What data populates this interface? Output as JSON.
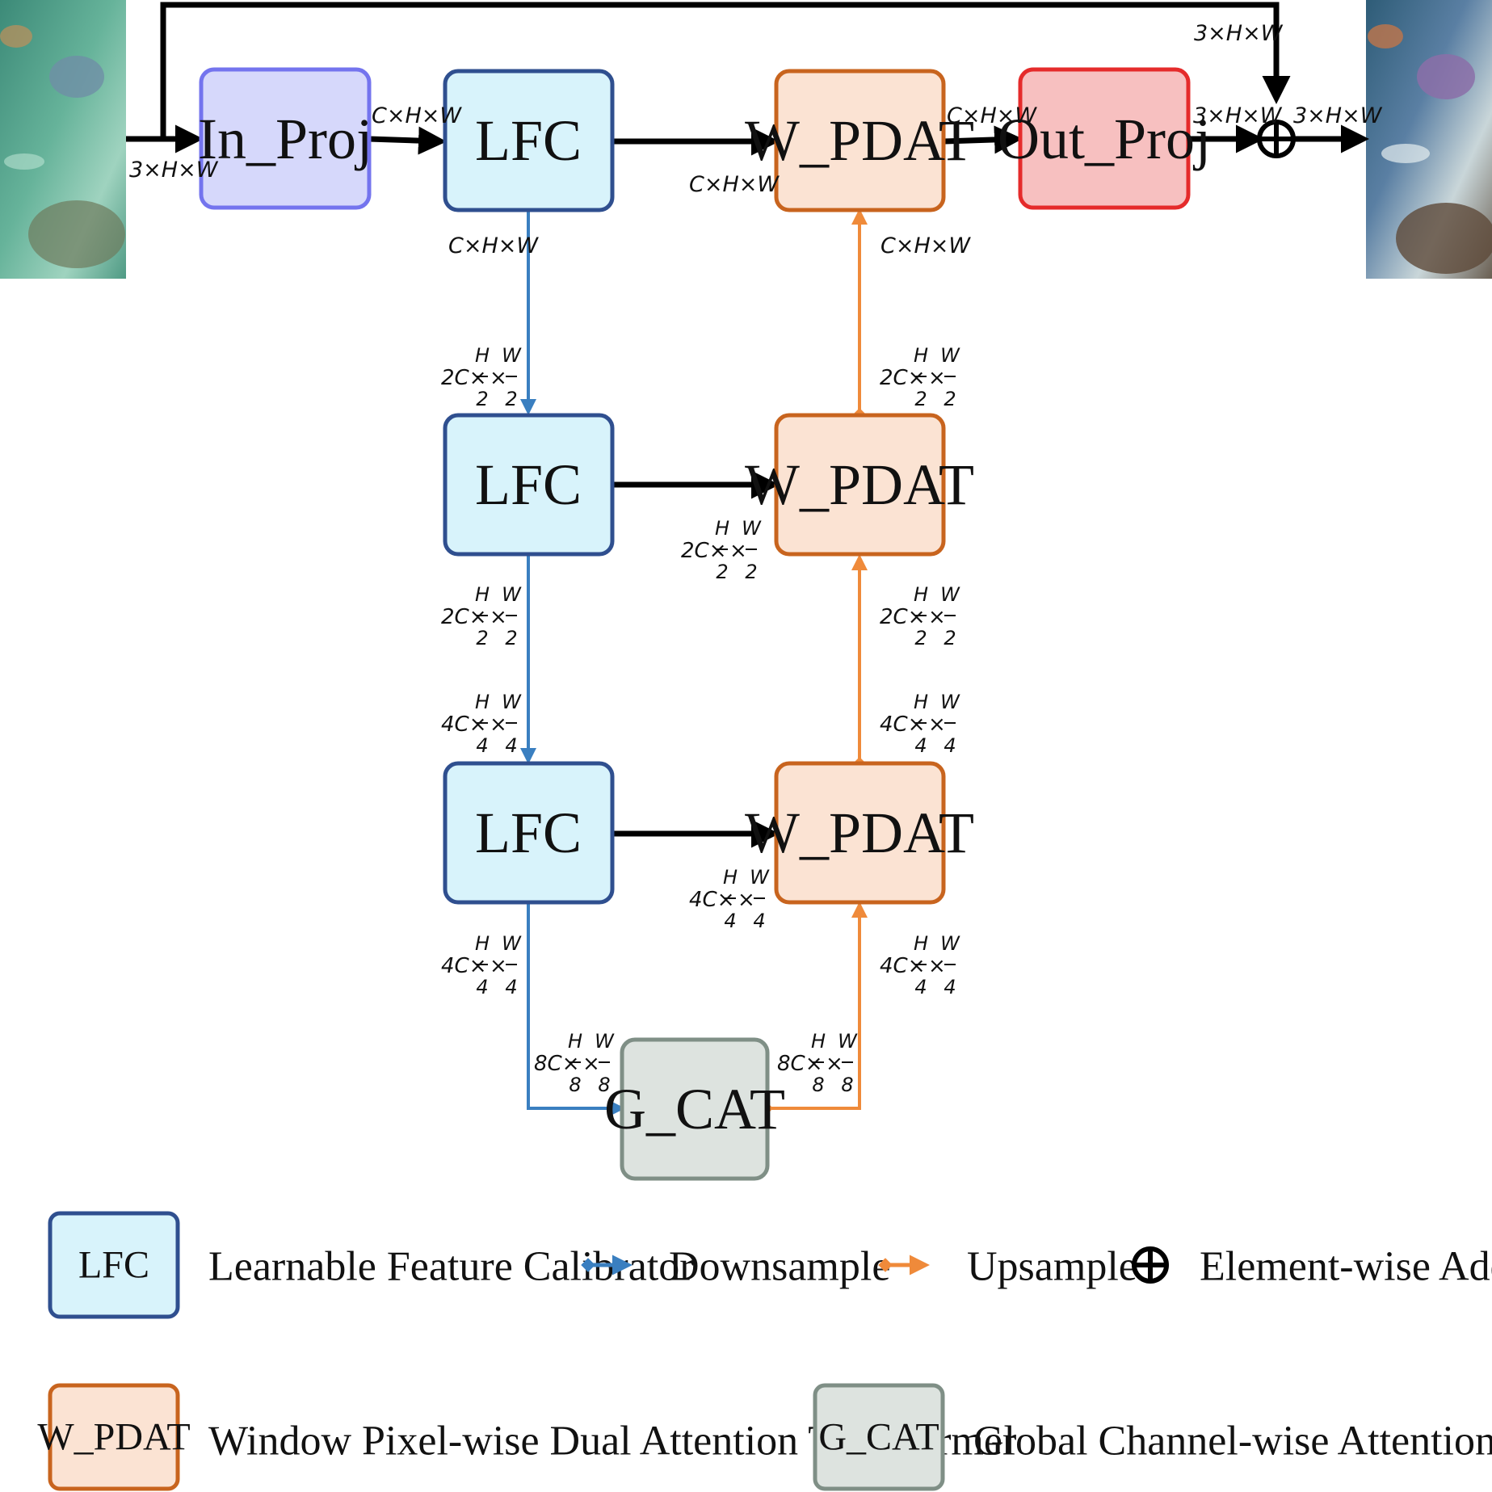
{
  "blocks": {
    "in_proj": "In_Proj",
    "out_proj": "Out_Proj",
    "lfc": "LFC",
    "w_pdat": "W_PDAT",
    "g_cat": "G_CAT"
  },
  "dims": {
    "c_h_w": "C×H×W",
    "three_h_w": "3×H×W",
    "two_c": "2C×",
    "four_c": "4C×",
    "eight_c": "8C×",
    "times": "×",
    "h": "H",
    "w": "W",
    "d2": "2",
    "d4": "4",
    "d8": "8"
  },
  "legend": {
    "lfc_box": "LFC",
    "lfc_desc": "Learnable Feature Calibrator",
    "downsample": "Downsample",
    "upsample": "Upsample",
    "addition": "Element-wise Addition",
    "wpdat_box": "W_PDAT",
    "wpdat_desc": "Window Pixel-wise Dual Attention Transformer",
    "gcat_box": "G_CAT",
    "gcat_desc": "Global Channel-wise Attention Transformer"
  },
  "colors": {
    "lfc_fill": "#d8f3fb",
    "lfc_stroke": "#2f4f8f",
    "wpdat_fill": "#fbe3d3",
    "wpdat_stroke": "#c8641e",
    "gcat_fill": "#dde3df",
    "gcat_stroke": "#7f8f86",
    "inproj_fill": "#d6d8fb",
    "inproj_stroke": "#7474ee",
    "outproj_fill": "#f7c0c0",
    "outproj_stroke": "#e52b2b",
    "downsample_arrow": "#3a7fc0",
    "upsample_arrow": "#ef8a3a"
  },
  "images": {
    "input": "underwater input image",
    "output": "enhanced underwater output image"
  }
}
